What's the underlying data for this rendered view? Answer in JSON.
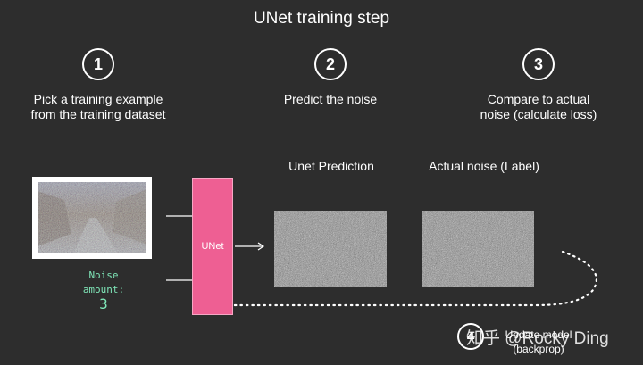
{
  "title": "UNet training step",
  "steps": [
    {
      "number": "1",
      "text_line1": "Pick a training example",
      "text_line2": "from the training dataset"
    },
    {
      "number": "2",
      "text_line1": "Predict the noise",
      "text_line2": ""
    },
    {
      "number": "3",
      "text_line1": "Compare to actual",
      "text_line2": "noise (calculate loss)"
    }
  ],
  "columns": {
    "prediction_label": "Unet Prediction",
    "actual_label": "Actual noise (Label)"
  },
  "noise": {
    "label_line1": "Noise",
    "label_line2": "amount:",
    "value": "3"
  },
  "unet_label": "UNet",
  "update": {
    "number": "4",
    "line1": "Update model",
    "line2": "(backprop)"
  },
  "watermark": "知乎 @Rocky Ding",
  "colors": {
    "background": "#2d2d2d",
    "unet_block": "#ee5f93",
    "noise_text": "#7fe6b8"
  }
}
